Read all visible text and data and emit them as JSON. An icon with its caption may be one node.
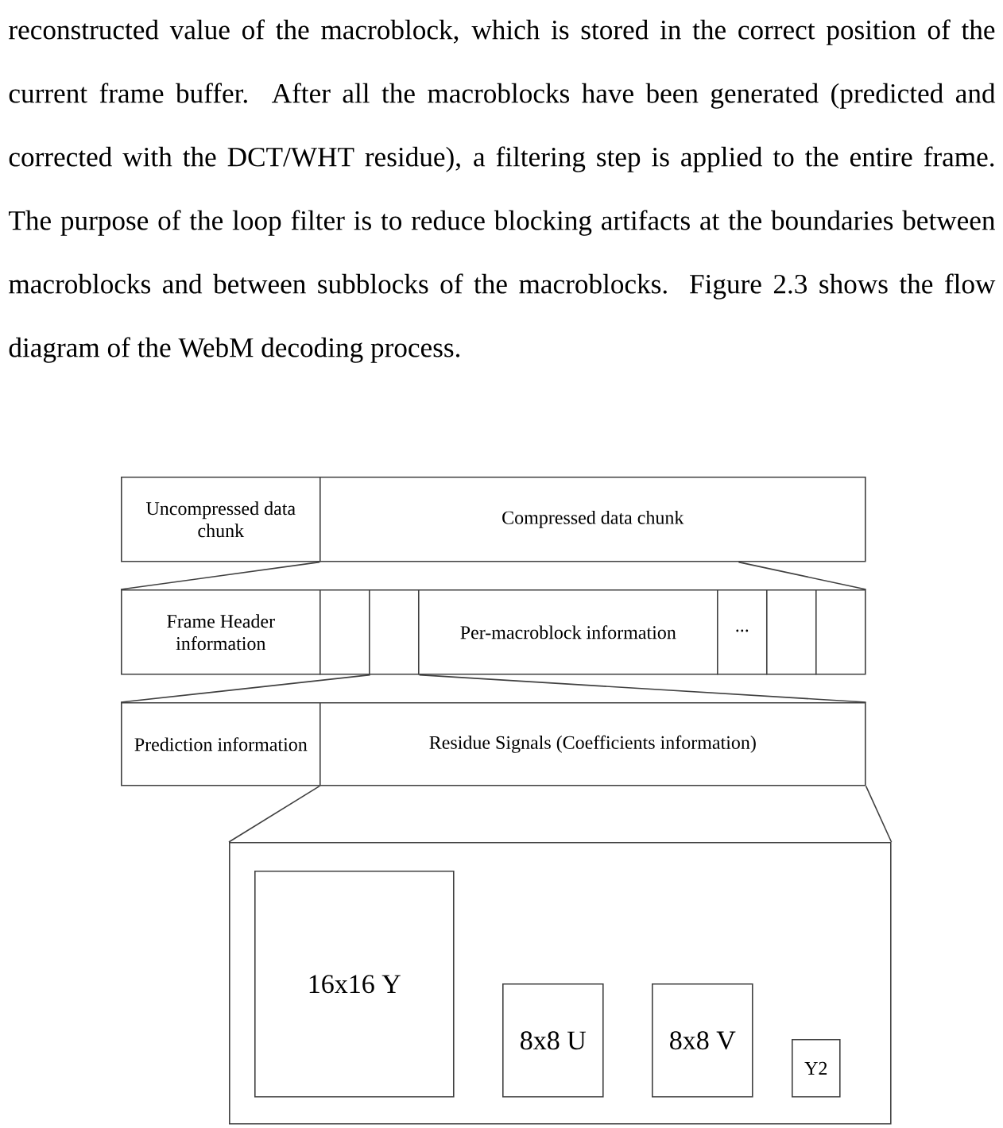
{
  "diagram": {
    "nodes": [
      {
        "text": [
          "Uncompressed data chunk"
        ]
      },
      {
        "text": [
          "Compressed data chunk"
        ]
      },
      {
        "text": [
          "Frame Header information"
        ]
      },
      {
        "text": [],
        "shape": "box"
      },
      {
        "text": [],
        "shape": "box"
      },
      {
        "text": [
          "Per-macroblock information"
        ]
      },
      {
        "text": [
          "..."
        ]
      },
      {
        "text": [],
        "shape": "box"
      },
      {
        "text": [],
        "shape": "box"
      },
      {
        "text": [
          "Prediction information"
        ]
      },
      {
        "text": [
          "Residue Signals (Coefficients information)"
        ]
      },
      {
        "text": [],
        "shape": "box"
      },
      {
        "text": [
          "16x16 Y"
        ],
        "in": 11
      },
      {
        "text": [
          "8x8 U"
        ],
        "in": 11
      },
      {
        "text": [
          "8x8 V"
        ],
        "in": 11
      },
      {
        "text": [
          "Y2"
        ],
        "in": 11
      }
    ],
    "edges": [
      {
        "from": 1,
        "to": 2,
        "arrow": "none"
      },
      {
        "from": 1,
        "to": 8,
        "arrow": "none"
      },
      {
        "from": 3,
        "to": 9,
        "arrow": "none"
      },
      {
        "from": 4,
        "to": 10,
        "arrow": "none"
      },
      {
        "from": 10,
        "to": 11,
        "arrow": "none"
      },
      {
        "from": 10,
        "to": 11,
        "arrow": "none"
      }
    ],
    "labels": [
      "reconstructed value of the macroblock, which is stored in the correct position of the current frame buffer. After all the macroblocks have been generated (predicted and corrected with the DCT/WHT residue), a filtering step is applied to the entire frame. The purpose of the loop filter is to reduce blocking artifacts at the boundaries between macroblocks and between subblocks of the macroblocks. Figure 2.3 shows the flow diagram of the WebM decoding process."
    ]
  }
}
